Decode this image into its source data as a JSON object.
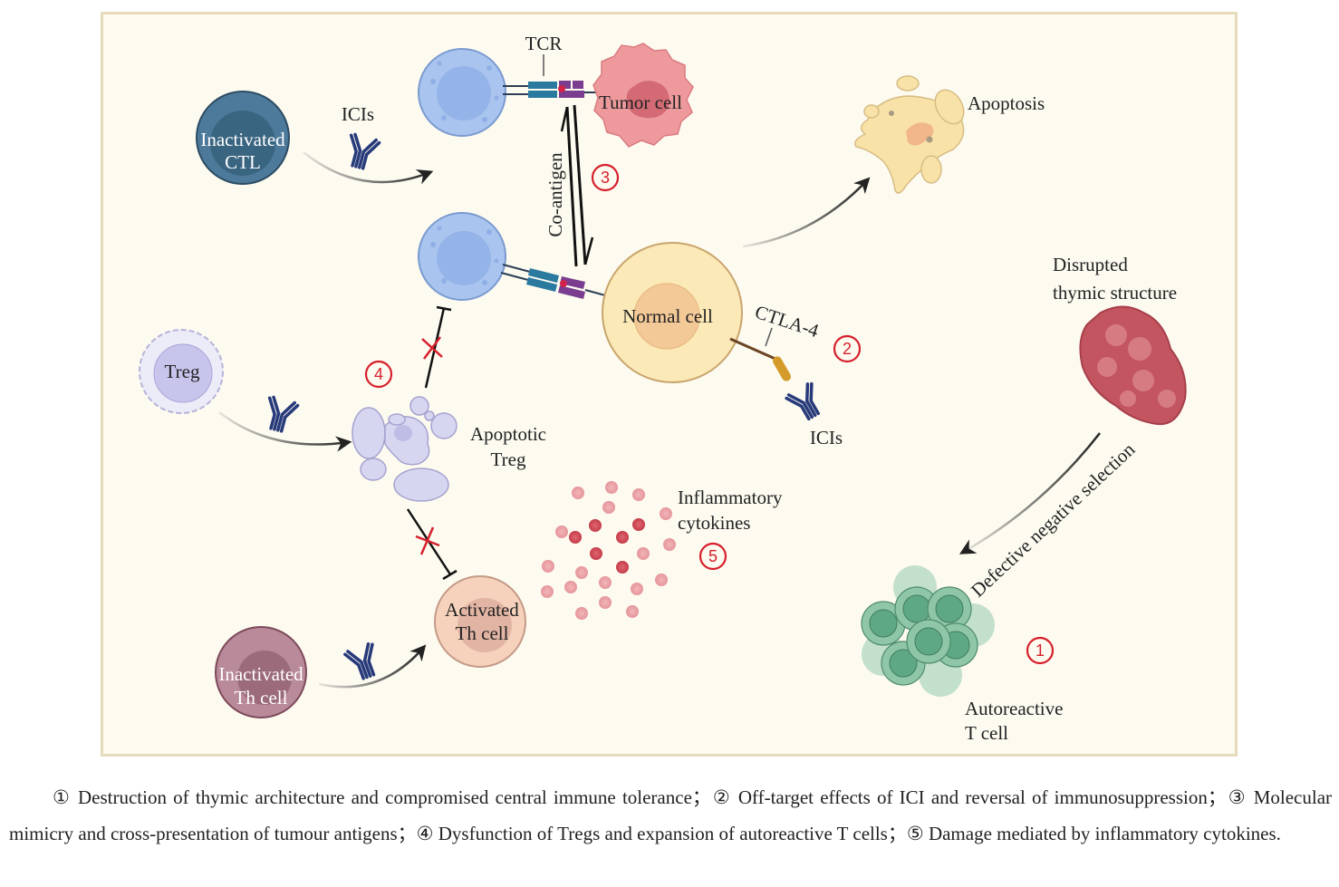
{
  "figure": {
    "labels": {
      "tcr": "TCR",
      "tumor_cell": "Tumor cell",
      "icis_top": "ICIs",
      "inactivated_ctl": [
        "Inactivated",
        "CTL"
      ],
      "co_antigen": "Co-antigen",
      "normal_cell": "Normal cell",
      "ctla4": "CTLA-4",
      "icis_right": "ICIs",
      "apoptosis": "Apoptosis",
      "disrupted_thymic": [
        "Disrupted",
        "thymic structure"
      ],
      "treg": "Treg",
      "apoptotic_treg": [
        "Apoptotic",
        "Treg"
      ],
      "inflammatory_cytokines": [
        "Inflammatory",
        "cytokines"
      ],
      "activated_th": [
        "Activated",
        "Th cell"
      ],
      "inactivated_th": [
        "Inactivated",
        "Th cell"
      ],
      "defective_negative_selection": "Defective negative selection",
      "autoreactive_t": [
        "Autoreactive",
        "T cell"
      ]
    },
    "markers": [
      "1",
      "2",
      "3",
      "4",
      "5"
    ],
    "colors": {
      "marker_red": "#d6202b",
      "ctl_blue": "#4d7a9a",
      "tcell_blue": "#a9c4ee",
      "tumor_pink": "#ee9a9c",
      "normal_cell": "#fbe9b8",
      "treg_lavender": "#d7d6f1",
      "th_pink": "#f6d2bd",
      "inactive_th_mauve": "#b98a99",
      "autoreactive_green": "#5fa885",
      "thymus_red": "#c2555f",
      "antibody_navy": "#273a7a",
      "cytokine_red": "#d9535f"
    }
  },
  "caption": {
    "items": [
      {
        "num": "①",
        "text": "Destruction of thymic architecture and compromised central immune tolerance；"
      },
      {
        "num": "②",
        "text": "Off-target effects of ICI and reversal of immunosuppression；"
      },
      {
        "num": "③",
        "text": "Molecular mimicry and cross-presentation of tumour antigens；"
      },
      {
        "num": "④",
        "text": "Dysfunction of Tregs and expansion of autoreactive T cells；"
      },
      {
        "num": "⑤",
        "text": "Damage mediated by inflammatory cytokines."
      }
    ]
  }
}
